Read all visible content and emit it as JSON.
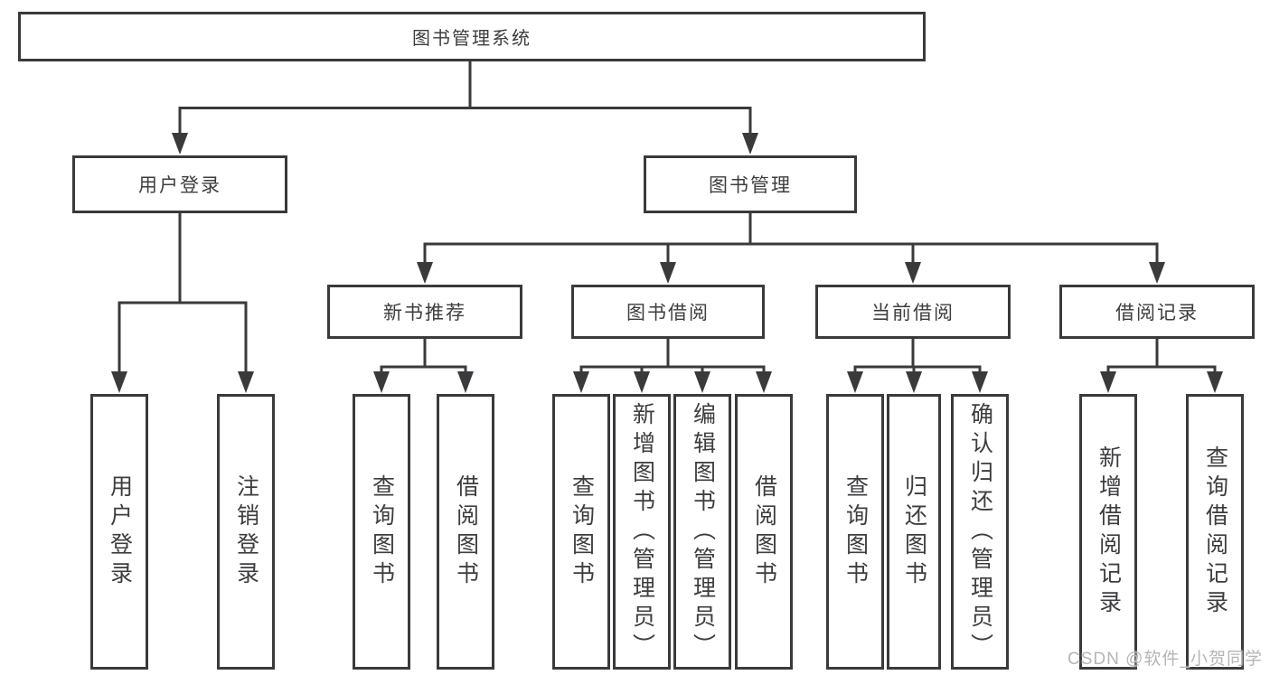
{
  "colors": {
    "line": "#3a3a3c",
    "text": "#3d3d40",
    "watermark": "#b5b5b5"
  },
  "tree": {
    "root": {
      "label": "图书管理系统",
      "children": [
        {
          "label": "用户登录",
          "children": [
            {
              "label": "用户登录"
            },
            {
              "label": "注销登录"
            }
          ]
        },
        {
          "label": "图书管理",
          "children": [
            {
              "label": "新书推荐",
              "children": [
                {
                  "label": "查询图书"
                },
                {
                  "label": "借阅图书"
                }
              ]
            },
            {
              "label": "图书借阅",
              "children": [
                {
                  "label": "查询图书"
                },
                {
                  "label": "新增图书（管理员）"
                },
                {
                  "label": "编辑图书（管理员）"
                },
                {
                  "label": "借阅图书"
                }
              ]
            },
            {
              "label": "当前借阅",
              "children": [
                {
                  "label": "查询图书"
                },
                {
                  "label": "归还图书"
                },
                {
                  "label": "确认归还（管理员）"
                }
              ]
            },
            {
              "label": "借阅记录",
              "children": [
                {
                  "label": "新增借阅记录"
                },
                {
                  "label": "查询借阅记录"
                }
              ]
            }
          ]
        }
      ]
    }
  },
  "watermark": {
    "text": "CSDN @软件_小贺同学"
  }
}
